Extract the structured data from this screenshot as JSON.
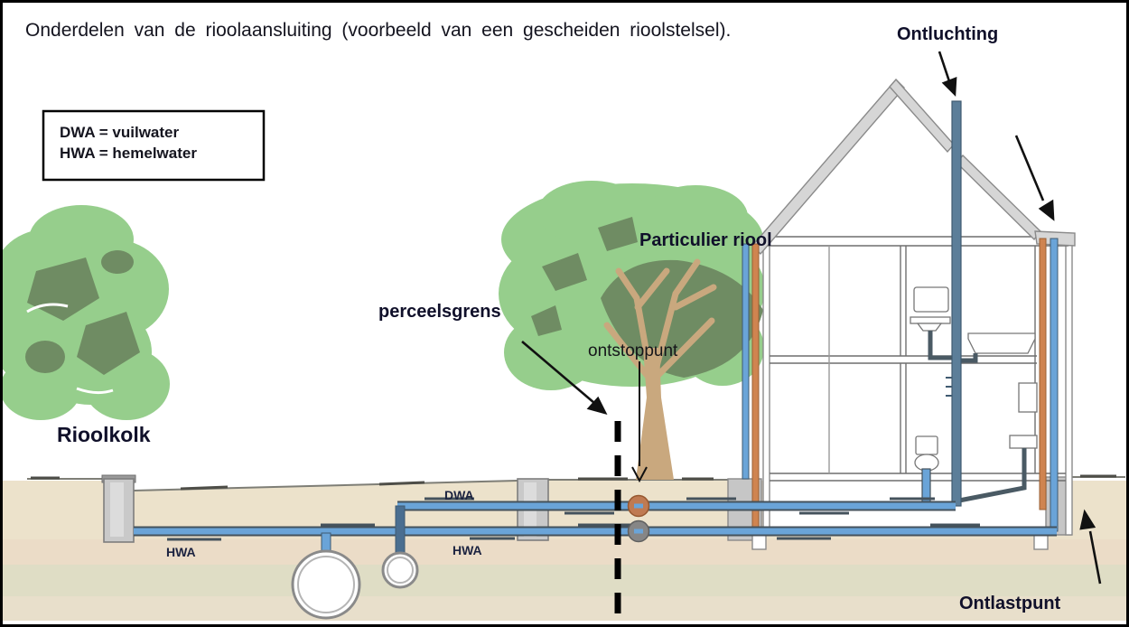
{
  "title": "Onderdelen van de rioolaansluiting  (voorbeeld van een gescheiden rioolstelsel).",
  "legend": {
    "line1": "DWA =  vuilwater",
    "line2": "HWA =  hemelwater"
  },
  "labels": {
    "ontluchting": "Ontluchting",
    "particulier_riool": "Particulier riool",
    "perceelsgrens": "perceelsgrens",
    "ontstoppunt": "ontstoppunt",
    "rioolkolk": "Rioolkolk",
    "dwa_pipe": "DWA",
    "hwa_pipe": "HWA",
    "hwa_left": "HWA",
    "ontlastpunt": "Ontlastpunt"
  },
  "colors": {
    "pipe_blue": "#6aa4d8",
    "pipe_edge_dark": "#44525c",
    "vent_stack_blue_gray": "#5c7e99",
    "pipe_orange": "#cf8450",
    "marker_orange": "#bf7a52",
    "marker_gray": "#868686",
    "tree_light_green": "#96ce8c",
    "tree_dark_green": "#6f8c63",
    "trunk_tan": "#c9a87e",
    "soil_top": "#ece2cb",
    "soil_second": "#ebdcc7",
    "soil_third": "#dfddc5",
    "soil_fourth": "#e8dfcb",
    "structure_gray": "#c9c9c9",
    "roof_gray": "#d6d6d6"
  }
}
